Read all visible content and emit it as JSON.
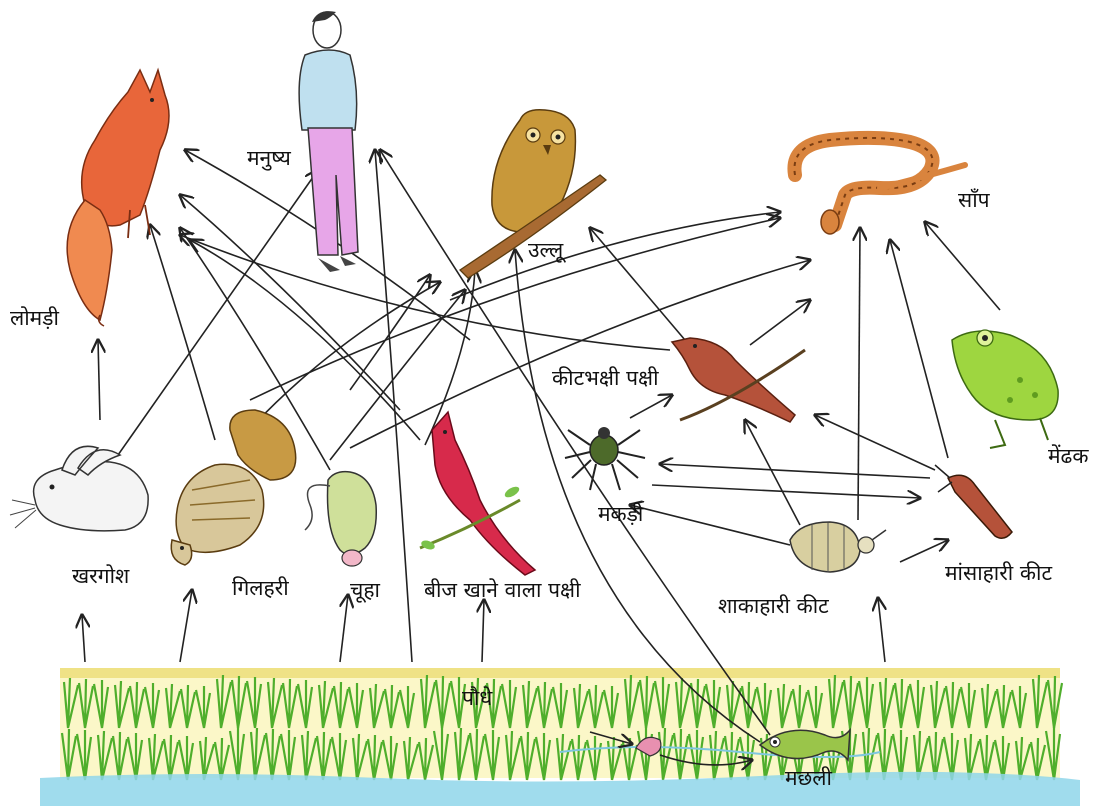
{
  "labels": {
    "human": "मनुष्य",
    "fox": "लोमड़ी",
    "owl": "उल्लू",
    "snake": "साँप",
    "insectivorous_bird": "कीटभक्षी पक्षी",
    "frog": "मेंढक",
    "spider": "मकड़ी",
    "rabbit": "खरगोश",
    "squirrel": "गिलहरी",
    "rat": "चूहा",
    "seed_eating_bird": "बीज खाने वाला पक्षी",
    "herbivorous_insect": "शाकाहारी कीट",
    "carnivorous_insect": "मांसाहारी कीट",
    "plant": "पौधे",
    "fish": "मछली"
  },
  "icons": {
    "human": "human-figure-icon",
    "fox": "fox-icon",
    "owl": "owl-icon",
    "snake": "snake-icon",
    "insectivorous_bird": "brown-bird-icon",
    "frog": "frog-icon",
    "spider": "spider-icon",
    "rabbit": "rabbit-icon",
    "squirrel": "squirrel-icon",
    "rat": "rat-icon",
    "seed_eating_bird": "red-cardinal-icon",
    "herbivorous_insect": "beetle-icon",
    "carnivorous_insect": "long-beetle-icon",
    "plant": "rice-field-icon",
    "fish": "fish-icon",
    "shrimp": "shrimp-icon"
  },
  "colors": {
    "fox": "#e8663a",
    "owl": "#c8983a",
    "snake": "#d9843e",
    "frog": "#9ed640",
    "cardinal": "#d72a4b",
    "brown_bird": "#b5523a",
    "grass": "#69c23a",
    "water": "#8fd6ea",
    "shirt": "#bfe0ef",
    "pants": "#e7a6e8",
    "rat": "#cfe09a"
  },
  "food_web_edges": [
    {
      "from": "rabbit",
      "to": "fox"
    },
    {
      "from": "rabbit",
      "to": "human"
    },
    {
      "from": "squirrel",
      "to": "fox"
    },
    {
      "from": "squirrel",
      "to": "owl"
    },
    {
      "from": "squirrel",
      "to": "snake"
    },
    {
      "from": "rat",
      "to": "fox"
    },
    {
      "from": "rat",
      "to": "owl"
    },
    {
      "from": "rat",
      "to": "snake"
    },
    {
      "from": "seed_eating_bird",
      "to": "fox"
    },
    {
      "from": "seed_eating_bird",
      "to": "owl"
    },
    {
      "from": "insectivorous_bird",
      "to": "owl"
    },
    {
      "from": "insectivorous_bird",
      "to": "snake"
    },
    {
      "from": "insectivorous_bird",
      "to": "fox"
    },
    {
      "from": "spider",
      "to": "insectivorous_bird"
    },
    {
      "from": "spider",
      "to": "carnivorous_insect"
    },
    {
      "from": "carnivorous_insect",
      "to": "spider"
    },
    {
      "from": "carnivorous_insect",
      "to": "insectivorous_bird"
    },
    {
      "from": "carnivorous_insect",
      "to": "snake"
    },
    {
      "from": "frog",
      "to": "snake"
    },
    {
      "from": "herbivorous_insect",
      "to": "spider"
    },
    {
      "from": "herbivorous_insect",
      "to": "insectivorous_bird"
    },
    {
      "from": "herbivorous_insect",
      "to": "carnivorous_insect"
    },
    {
      "from": "herbivorous_insect",
      "to": "snake"
    },
    {
      "from": "plant",
      "to": "rabbit"
    },
    {
      "from": "plant",
      "to": "squirrel"
    },
    {
      "from": "plant",
      "to": "rat"
    },
    {
      "from": "plant",
      "to": "seed_eating_bird"
    },
    {
      "from": "plant",
      "to": "herbivorous_insect"
    },
    {
      "from": "plant",
      "to": "human"
    },
    {
      "from": "fish",
      "to": "human"
    },
    {
      "from": "fish",
      "to": "owl"
    },
    {
      "from": "shrimp",
      "to": "fish"
    }
  ]
}
